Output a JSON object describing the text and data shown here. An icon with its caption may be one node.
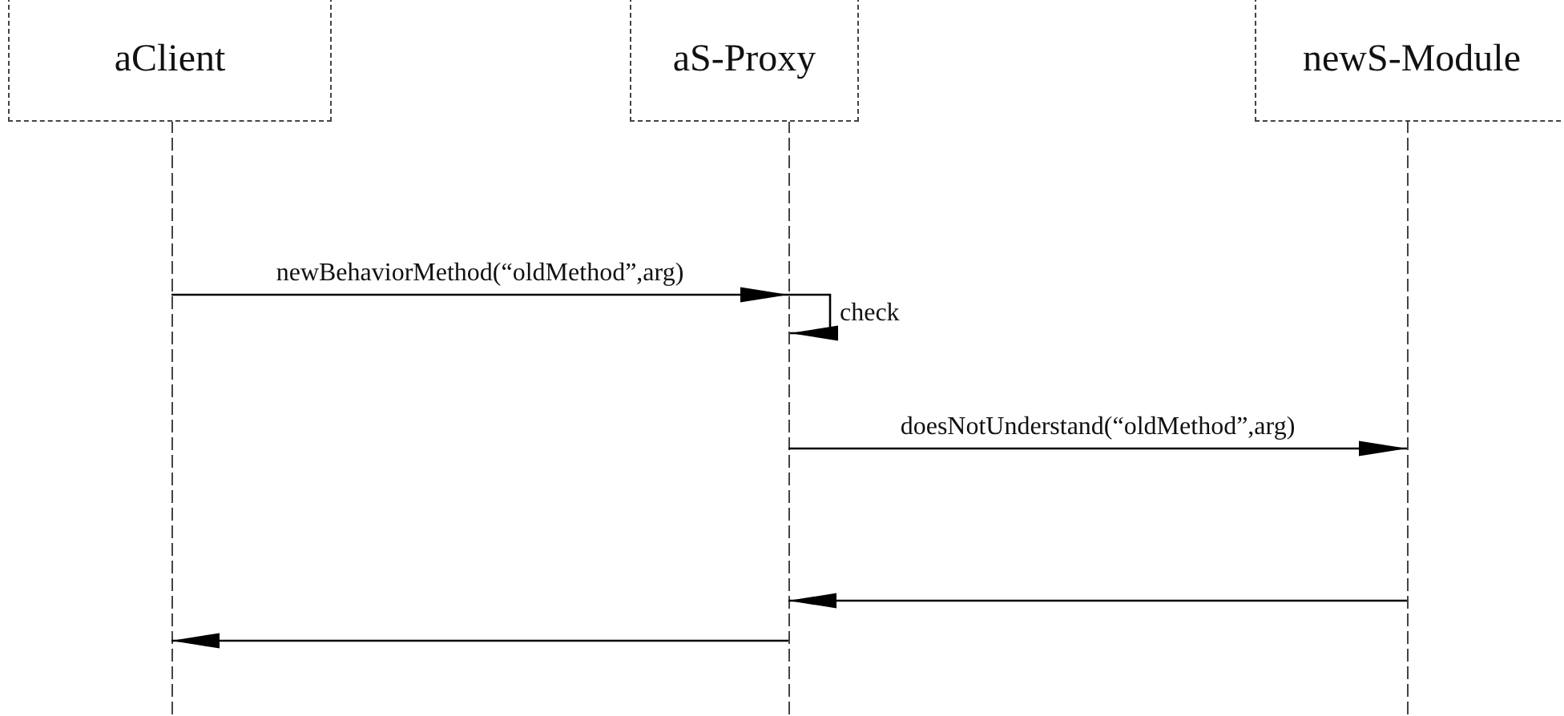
{
  "diagram": {
    "nodes": [
      {
        "text": [
          "aClient"
        ]
      },
      {
        "text": [
          "aS-Proxy"
        ]
      },
      {
        "text": [
          "newS-Module"
        ]
      }
    ],
    "edges": [
      {
        "from": 0,
        "to": 1,
        "arrow": "to",
        "label": "newBehaviorMethod(“oldMethod”,arg)"
      },
      {
        "from": 1,
        "to": 1,
        "arrow": "to",
        "label": "check"
      },
      {
        "from": 1,
        "to": 2,
        "arrow": "to",
        "label": "doesNotUnderstand(“oldMethod”,arg)"
      },
      {
        "from": 2,
        "to": 1,
        "arrow": "to"
      },
      {
        "from": 1,
        "to": 0,
        "arrow": "to"
      }
    ]
  }
}
